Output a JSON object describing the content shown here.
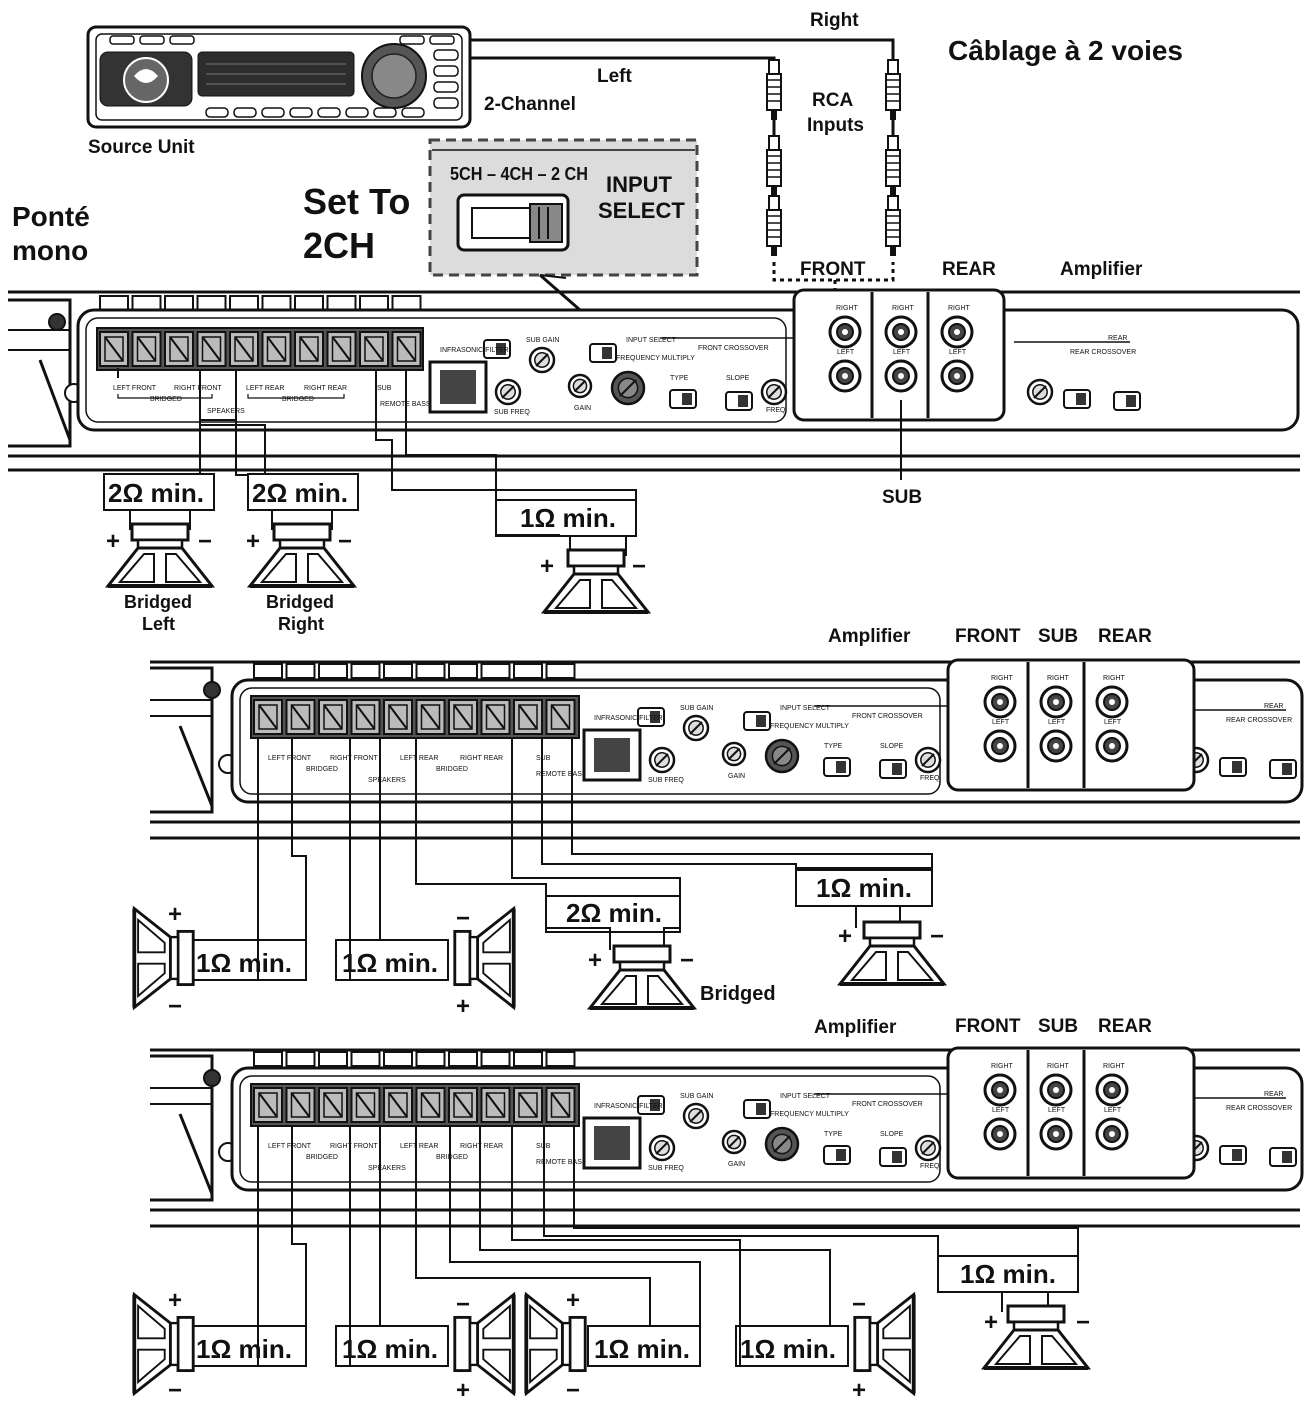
{
  "title": "Câblage à 2 voies",
  "mode_label": [
    "Ponté",
    "mono"
  ],
  "set_to": [
    "Set To",
    "2CH"
  ],
  "source_unit": "Source Unit",
  "two_channel": "2-Channel",
  "wire_left": "Left",
  "wire_right": "Right",
  "rca_inputs": [
    "RCA",
    "Inputs"
  ],
  "input_select": {
    "modes": "5CH – 4CH – 2 CH",
    "label": [
      "INPUT",
      "SELECT"
    ]
  },
  "amplifier_label": "Amplifier",
  "rca_front": "FRONT",
  "rca_rear": "REAR",
  "rca_sub": "SUB",
  "panel": {
    "terminal_labels": [
      "LEFT FRONT",
      "RIGHT FRONT",
      "LEFT REAR",
      "RIGHT REAR",
      "SUB",
      "REMOTE BASS"
    ],
    "bridged": "BRIDGED",
    "speakers": "SPEAKERS",
    "infrasonic": "INFRASONIC FILTER",
    "sub_gain": "SUB GAIN",
    "sub_freq": "SUB FREQ",
    "gain": "GAIN",
    "freq_mult": "FREQUENCY MULTIPLY",
    "input_select_small": "INPUT SELECT",
    "front_crossover": "FRONT CROSSOVER",
    "rear_crossover": "REAR CROSSOVER",
    "type": "TYPE",
    "slope": "SLOPE",
    "freq": "FREQ",
    "jack_right": "RIGHT",
    "jack_left": "LEFT"
  },
  "diagram1": {
    "loads": [
      "2Ω min.",
      "2Ω min.",
      "1Ω min."
    ],
    "captions": [
      [
        "Bridged",
        "Left"
      ],
      [
        "Bridged",
        "Right"
      ]
    ]
  },
  "diagram2": {
    "loads": [
      "1Ω min.",
      "1Ω min.",
      "2Ω min.",
      "1Ω min."
    ],
    "caption": "Bridged"
  },
  "diagram3": {
    "loads": [
      "1Ω min.",
      "1Ω min.",
      "1Ω min.",
      "1Ω min.",
      "1Ω min."
    ]
  },
  "plus": "+",
  "minus": "−"
}
